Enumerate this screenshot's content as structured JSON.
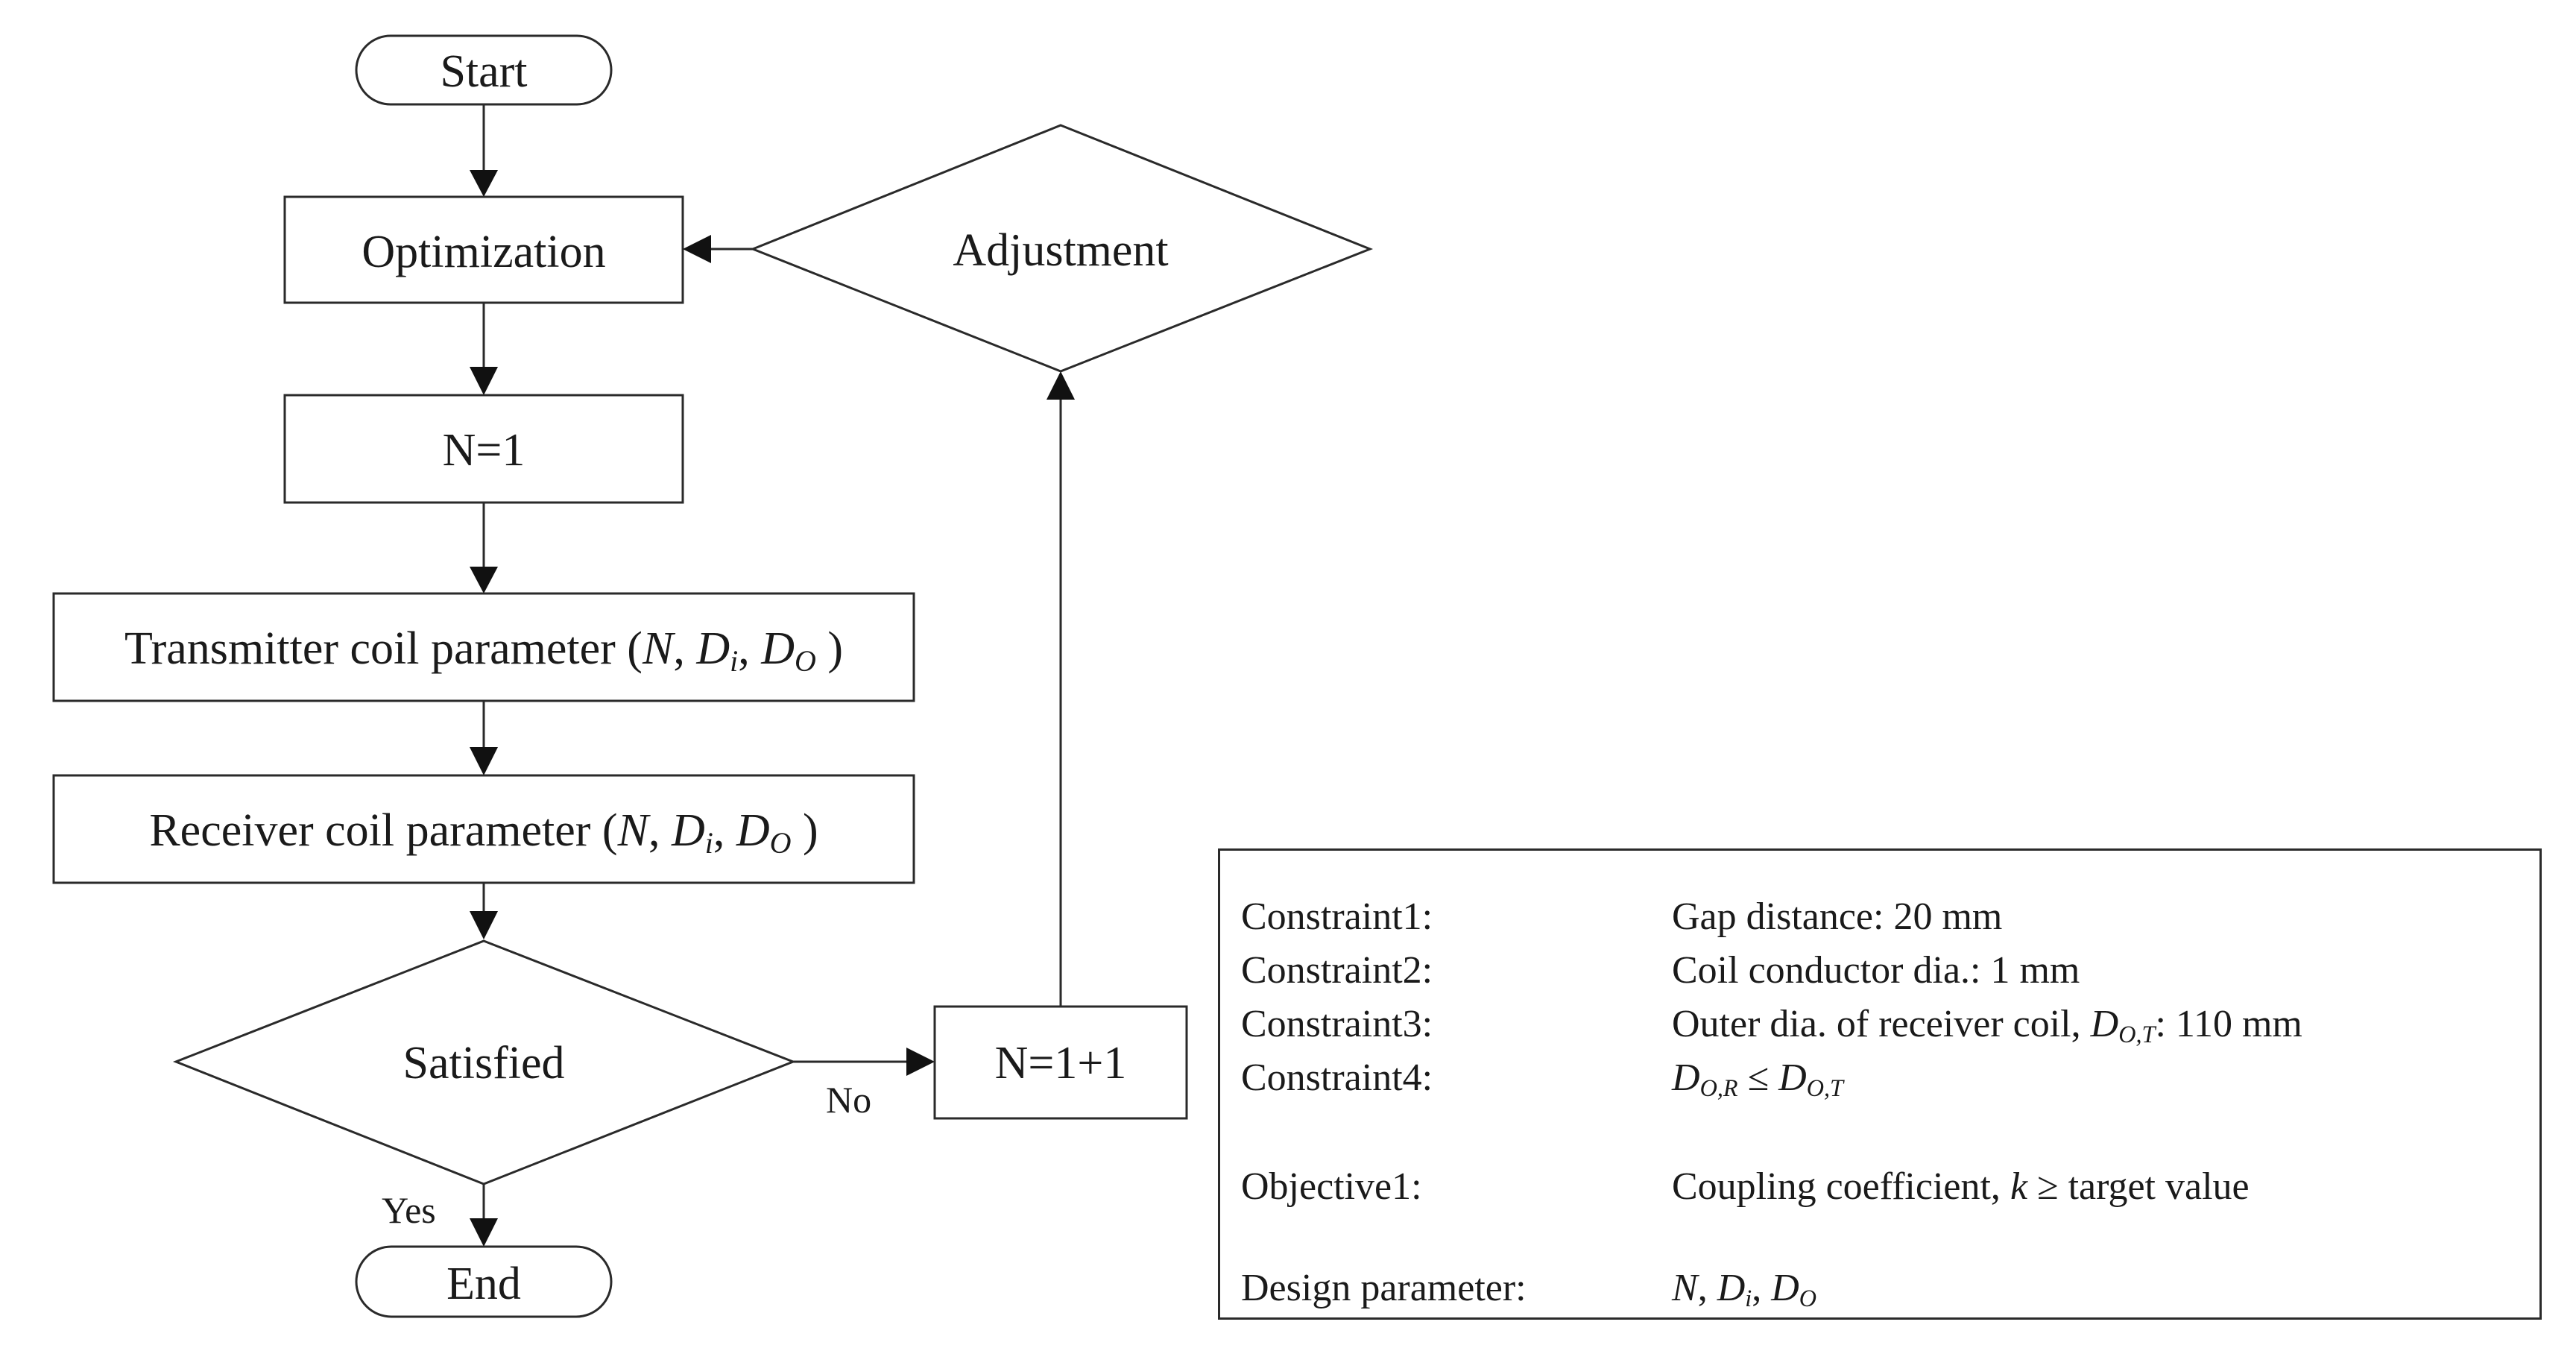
{
  "flowchart": {
    "start": "Start",
    "optimization": "Optimization",
    "n_init": "N=1",
    "transmitter": {
      "text": "Transmitter coil parameter",
      "params": [
        "N",
        "D",
        "i",
        "D",
        "O"
      ]
    },
    "receiver": {
      "text": "Receiver coil parameter",
      "params": [
        "N",
        "D",
        "i",
        "D",
        "O"
      ]
    },
    "satisfied": "Satisfied",
    "no_label": "No",
    "yes_label": "Yes",
    "end": "End",
    "increment": "N=1+1",
    "adjustment": "Adjustment"
  },
  "panel": {
    "rows": [
      {
        "key": "Constraint1:",
        "value": "Gap distance: 20 mm"
      },
      {
        "key": "Constraint2:",
        "value": "Coil conductor dia.: 1 mm"
      },
      {
        "key": "Constraint3:",
        "value_prefix": "Outer dia. of receiver coil, ",
        "value_sym": "D",
        "value_sub": "O,T",
        "value_suffix": ": 110 mm"
      },
      {
        "key": "Constraint4:",
        "lhs_sym": "D",
        "lhs_sub": "O,R",
        "op": " ≤ ",
        "rhs_sym": "D",
        "rhs_sub": "O,T"
      },
      {
        "key": "Objective1:",
        "value_prefix": "Coupling coefficient, ",
        "value_sym": "k",
        "value_suffix": " ≥ target value"
      },
      {
        "key": "Design parameter:",
        "p1": "N",
        "p2": "D",
        "p2_sub": "i",
        "p3": "D",
        "p3_sub": "O"
      }
    ]
  }
}
